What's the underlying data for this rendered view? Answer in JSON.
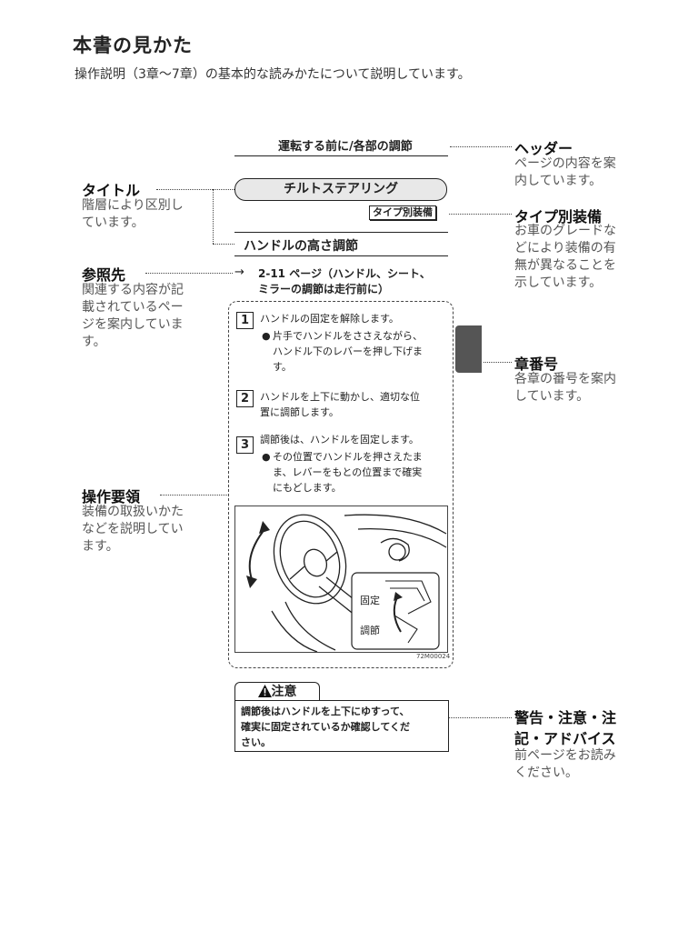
{
  "page": {
    "title": "本書の見かた",
    "subtitle": "操作説明（3章〜7章）の基本的な読みかたについて説明しています。"
  },
  "diagram": {
    "header_text": "運転する前に/各部の調節",
    "section_pill": "チルトステアリング",
    "type_badge": "タイプ別装備",
    "subheading": "ハンドルの高さ調節",
    "reference_arrow": "→",
    "reference_line1": "2-11 ページ（ハンドル、シート、",
    "reference_line2": "ミラーの調節は走行前に）",
    "steps": [
      {
        "num": "1",
        "text": "ハンドルの固定を解除します。",
        "bullet_mark": "●",
        "bullet_lines": [
          "片手でハンドルをささえながら、",
          "ハンドル下のレバーを押し下げま",
          "す。"
        ]
      },
      {
        "num": "2",
        "lines": [
          "ハンドルを上下に動かし、適切な位",
          "置に調節します。"
        ]
      },
      {
        "num": "3",
        "text": "調節後は、ハンドルを固定します。",
        "bullet_mark": "●",
        "bullet_lines": [
          "その位置でハンドルを押さえたま",
          "ま、レバーをもとの位置まで確実",
          "にもどします。"
        ]
      }
    ],
    "illustration": {
      "label_fixed": "固定",
      "label_adjust": "調節",
      "code": "72M00024"
    },
    "caution": {
      "icon": "warning-triangle-icon",
      "heading": "注意",
      "lines": [
        "調節後はハンドルを上下にゆすって、",
        "確実に固定されているか確認してくだ",
        "さい。"
      ]
    }
  },
  "callouts_left": [
    {
      "label": "タイトル",
      "desc": [
        "階層により区別し",
        "ています。"
      ]
    },
    {
      "label": "参照先",
      "desc": [
        "関連する内容が記",
        "載されているペー",
        "ジを案内していま",
        "す。"
      ]
    },
    {
      "label": "操作要領",
      "desc": [
        "装備の取扱いかた",
        "などを説明してい",
        "ます。"
      ]
    }
  ],
  "callouts_right": [
    {
      "label": "ヘッダー",
      "desc": [
        "ページの内容を案",
        "内しています。"
      ]
    },
    {
      "label": "タイプ別装備",
      "desc": [
        "お車のグレードな",
        "どにより装備の有",
        "無が異なることを",
        "示しています。"
      ]
    },
    {
      "label": "章番号",
      "desc": [
        "各章の番号を案内",
        "しています。"
      ]
    },
    {
      "label_lines": [
        "警告・注意・注",
        "記・アドバイス"
      ],
      "desc": [
        "前ページをお読み",
        "ください。"
      ]
    }
  ],
  "colors": {
    "chapter_tab": "#555555",
    "pill_fill": "#e8e8e8",
    "text": "#222222",
    "desc_text": "#555555"
  }
}
